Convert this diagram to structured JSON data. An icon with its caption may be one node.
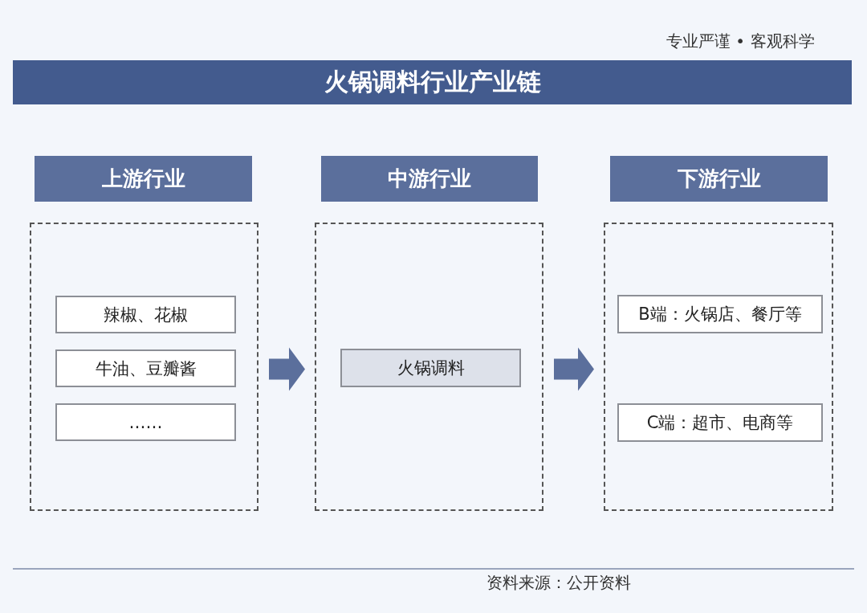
{
  "diagram": {
    "title": "火锅调料行业产业链",
    "nodes": [
      {
        "text": [
          "上游行业"
        ]
      },
      {
        "text": [],
        "shape": "box"
      },
      {
        "text": [
          "辣椒、花椒"
        ],
        "in": 1
      },
      {
        "text": [
          "牛油、豆瓣酱"
        ],
        "in": 1
      },
      {
        "text": [
          "……"
        ],
        "in": 1
      },
      {
        "text": [
          "中游行业"
        ]
      },
      {
        "text": [],
        "shape": "box"
      },
      {
        "text": [
          "火锅调料"
        ],
        "in": 6
      },
      {
        "text": [
          "下游行业"
        ]
      },
      {
        "text": [],
        "shape": "box"
      },
      {
        "text": [
          "B端：火锅店、餐厅等"
        ],
        "in": 9
      },
      {
        "text": [
          "C端：超市、电商等"
        ],
        "in": 9
      }
    ],
    "edges": [
      {
        "from": 1,
        "to": 6,
        "arrow": "to"
      },
      {
        "from": 6,
        "to": 9,
        "arrow": "to"
      }
    ],
    "labels": [
      "专业严谨 • 客观科学",
      "资料来源：公开资料"
    ]
  }
}
